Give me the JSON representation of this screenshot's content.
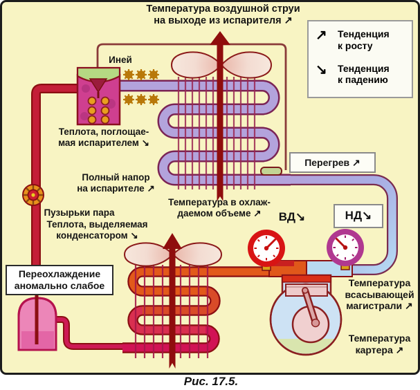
{
  "caption": "Рис. 17.5.",
  "legend": {
    "rise_arrow": "↗",
    "rise": "Тенденция\nк росту",
    "fall_arrow": "↘",
    "fall": "Тенденция\nк падению"
  },
  "labels": {
    "air_outlet_temp": "Температура воздушной струи\nна выходе из испарителя ↗",
    "frost": "Иней",
    "heat_absorbed": "Теплота, поглощае-\nмая испарителем ↘",
    "evaporator_head": "Полный напор\nна испарителе ↗",
    "vapor_bubbles": "Пузырьки пара",
    "heat_released": "Теплота, выделяемая\nконденсатором ↘",
    "subcooling": "Переохлаждение\nаномально слабое",
    "cooled_volume_temp": "Температура в охлаж-\nдаемом объеме ↗",
    "superheat": "Перегрев ↗",
    "high_pressure": "ВД↘",
    "low_pressure": "НД↘",
    "suction_line_temp": "Температура\nвсасывающей\nмагистрали ↗",
    "crankcase_temp": "Температура\nкартера ↗"
  },
  "icons": {
    "frost_symbol": "snowflake-icon",
    "fans": "fan-icon",
    "airflow": "airflow-arrow-icon",
    "gauges": "pressure-gauge-icon"
  },
  "colors": {
    "background": "#f8f4c3",
    "hot_discharge_pipe": "#e2591a",
    "liquid_pipe": "#c41f38",
    "evaporator_coil": "#b3a3dc",
    "condenser_coil": "#d11355",
    "suction_pipe": "#b5d9f3",
    "airflow_arrow": "#8f0d0d",
    "hp_gauge_ring": "#d81414",
    "lp_gauge_ring": "#b03890",
    "receiver": "#ec86b8",
    "txv_body": "#cf3f90",
    "txv_cap": "#b5d983",
    "frost": "#b87708"
  }
}
